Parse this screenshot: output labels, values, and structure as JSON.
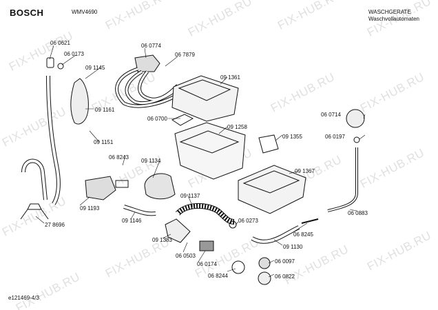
{
  "header": {
    "brand": "BOSCH",
    "model": "WMV4690",
    "category_line1": "WASCHGERATE",
    "category_line2": "Waschvollautomaten"
  },
  "footer": {
    "doc_id": "e121469-4/3"
  },
  "watermark": "FIX-HUB.RU",
  "parts": [
    "06 0621",
    "06 0173",
    "09 1145",
    "06 0774",
    "06 7879",
    "09 1361",
    "09 1161",
    "06 0700",
    "09 1258",
    "09 1355",
    "06 0714",
    "06 0197",
    "09 1151",
    "06 8243",
    "09 1134",
    "09 1367",
    "09 1193",
    "09 1137",
    "09 1146",
    "06 0273",
    "06 0883",
    "27 8696",
    "06 8245",
    "09 1383",
    "09 1130",
    "06 0503",
    "06 0174",
    "06 0097",
    "06 8244",
    "06 0822"
  ]
}
